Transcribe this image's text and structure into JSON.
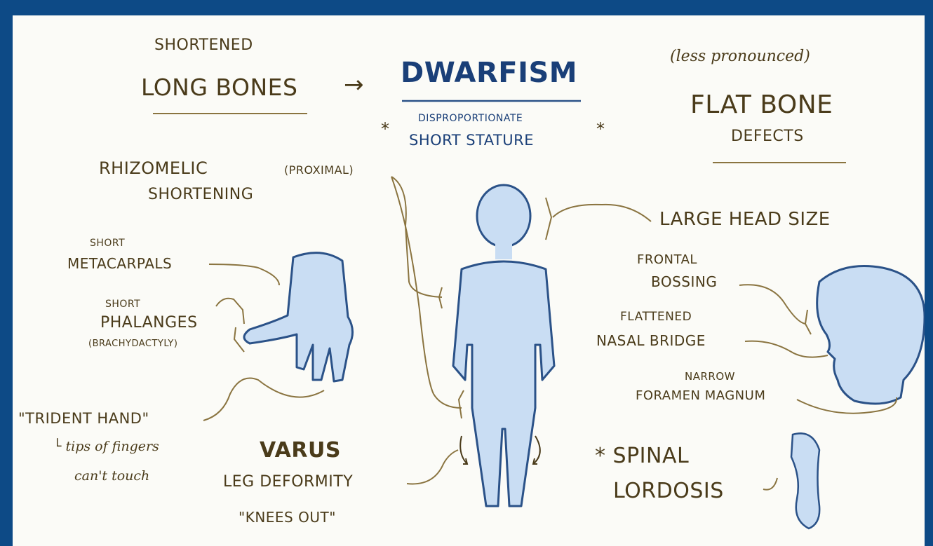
{
  "title": {
    "main": "DWARFISM",
    "sub_line1": "DISPROPORTIONATE",
    "sub_line2": "SHORT STATURE",
    "star_left": "*",
    "star_right": "*"
  },
  "long_bones": {
    "line1": "SHORTENED",
    "line2": "LONG BONES",
    "arrow": "→"
  },
  "flat_bone": {
    "note": "(less pronounced)",
    "line1": "FLAT BONE",
    "line2": "DEFECTS"
  },
  "rhizomelic": {
    "line1a": "RHIZOMELIC",
    "line1b": "(PROXIMAL)",
    "line2": "SHORTENING"
  },
  "large_head": "LARGE HEAD SIZE",
  "hand": {
    "metacarpals_1": "SHORT",
    "metacarpals_2": "METACARPALS",
    "phalanges_1": "SHORT",
    "phalanges_2": "PHALANGES",
    "phalanges_3": "(BRACHYDACTYLY)",
    "trident": "\"TRIDENT HAND\"",
    "trident_note_1": "└ tips of fingers",
    "trident_note_2": "can't touch"
  },
  "head_features": {
    "frontal_1": "FRONTAL",
    "frontal_2": "BOSSING",
    "nasal_1": "FLATTENED",
    "nasal_2": "NASAL BRIDGE",
    "foramen_1": "NARROW",
    "foramen_2": "FORAMEN MAGNUM"
  },
  "varus": {
    "line1": "VARUS",
    "line2": "LEG DEFORMITY",
    "line3": "\"KNEES OUT\""
  },
  "spinal": {
    "line1": "* SPINAL",
    "line2": "LORDOSIS"
  },
  "colors": {
    "frame": "#0d4a86",
    "ink": "#4a3b1a",
    "title_ink": "#1a3f78",
    "body_fill": "#c9ddf3",
    "body_stroke": "#2b5288",
    "leader": "#8a7440"
  }
}
